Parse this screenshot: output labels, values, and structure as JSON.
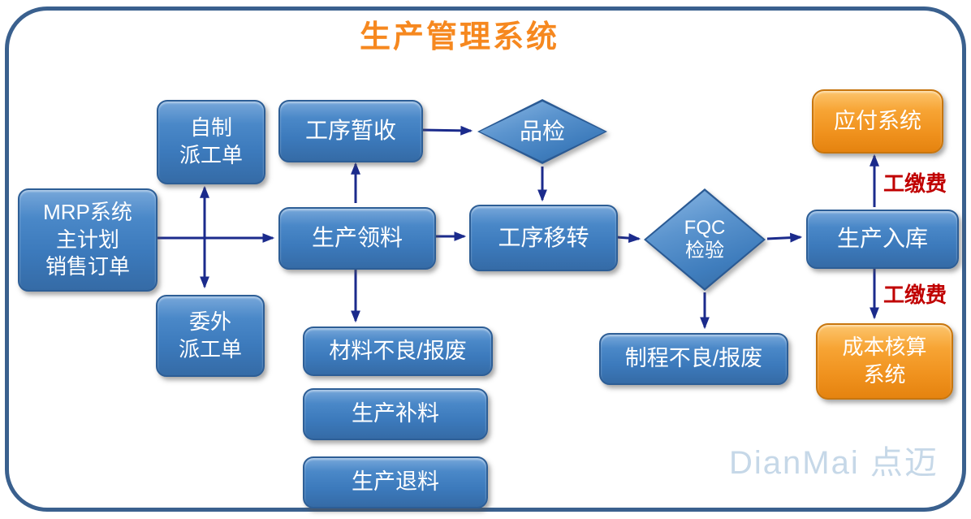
{
  "title": {
    "text": "生产管理系统"
  },
  "watermark": {
    "text": "DianMai 点迈"
  },
  "colors": {
    "title_orange": "#F6881F",
    "process_box_blue": "#3D7EBE",
    "system_box_orange": "#F0921E",
    "arrow_navy": "#1B2B8C",
    "fee_label_red": "#C00000",
    "frame_border_blue": "#3A608E",
    "watermark_blue": "#C6D8E8"
  },
  "nodes": [
    {
      "id": "mrp-system",
      "label": "MRP系统\n主计划\n销售订单",
      "shape": "rounded-rect",
      "style": "blue"
    },
    {
      "id": "self-made-dispatch-order",
      "label": "自制\n派工单",
      "shape": "rounded-rect",
      "style": "blue"
    },
    {
      "id": "outsourced-dispatch-order",
      "label": "委外\n派工单",
      "shape": "rounded-rect",
      "style": "blue"
    },
    {
      "id": "process-temporary-receipt",
      "label": "工序暂收",
      "shape": "rounded-rect",
      "style": "blue"
    },
    {
      "id": "production-picking",
      "label": "生产领料",
      "shape": "rounded-rect",
      "style": "blue"
    },
    {
      "id": "quality-inspection",
      "label": "品检",
      "shape": "diamond",
      "style": "blue"
    },
    {
      "id": "process-transfer",
      "label": "工序移转",
      "shape": "rounded-rect",
      "style": "blue"
    },
    {
      "id": "fqc-inspection",
      "label": "FQC\n检验",
      "shape": "diamond",
      "style": "blue"
    },
    {
      "id": "production-warehousing",
      "label": "生产入库",
      "shape": "rounded-rect",
      "style": "blue"
    },
    {
      "id": "payable-system",
      "label": "应付系统",
      "shape": "rounded-rect",
      "style": "orange"
    },
    {
      "id": "cost-accounting-system",
      "label": "成本核算\n系统",
      "shape": "rounded-rect",
      "style": "orange"
    },
    {
      "id": "material-defect-scrap",
      "label": "材料不良/报废",
      "shape": "rounded-rect",
      "style": "blue"
    },
    {
      "id": "production-replenishment",
      "label": "生产补料",
      "shape": "rounded-rect",
      "style": "blue"
    },
    {
      "id": "production-material-return",
      "label": "生产退料",
      "shape": "rounded-rect",
      "style": "blue"
    },
    {
      "id": "process-defect-scrap",
      "label": "制程不良/报废",
      "shape": "rounded-rect",
      "style": "blue"
    }
  ],
  "edge_labels": [
    {
      "id": "labor-fee-to-payable-system",
      "text": "工缴费"
    },
    {
      "id": "labor-fee-to-cost-system",
      "text": "工缴费"
    }
  ]
}
